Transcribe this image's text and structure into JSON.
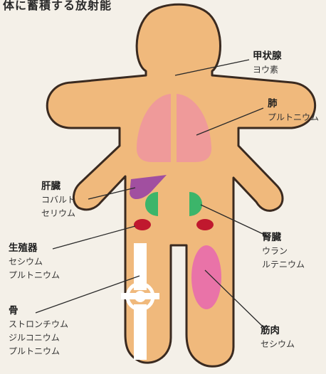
{
  "title": "体に蓄積する放射能",
  "colors": {
    "outline": "#3a2a20",
    "body": "#f0b97c",
    "lung": "#ef9a9a",
    "liver": "#a14fa0",
    "kidney": "#3cb56a",
    "gonad": "#c0182e",
    "muscle": "#e973a8",
    "bone": "#ffffff"
  },
  "labels": {
    "thyroid": {
      "name": "甲状腺",
      "items": [
        "ヨウ素"
      ]
    },
    "lung": {
      "name": "肺",
      "items": [
        "プルトニウム"
      ]
    },
    "liver": {
      "name": "肝臓",
      "items": [
        "コバルト",
        "セリウム"
      ]
    },
    "kidney": {
      "name": "腎臓",
      "items": [
        "ウラン",
        "ルテニウム"
      ]
    },
    "gonad": {
      "name": "生殖器",
      "items": [
        "セシウム",
        "プルトニウム"
      ]
    },
    "bone": {
      "name": "骨",
      "items": [
        "ストロンチウム",
        "ジルコニウム",
        "プルトニウム"
      ]
    },
    "muscle": {
      "name": "筋肉",
      "items": [
        "セシウム"
      ]
    }
  }
}
